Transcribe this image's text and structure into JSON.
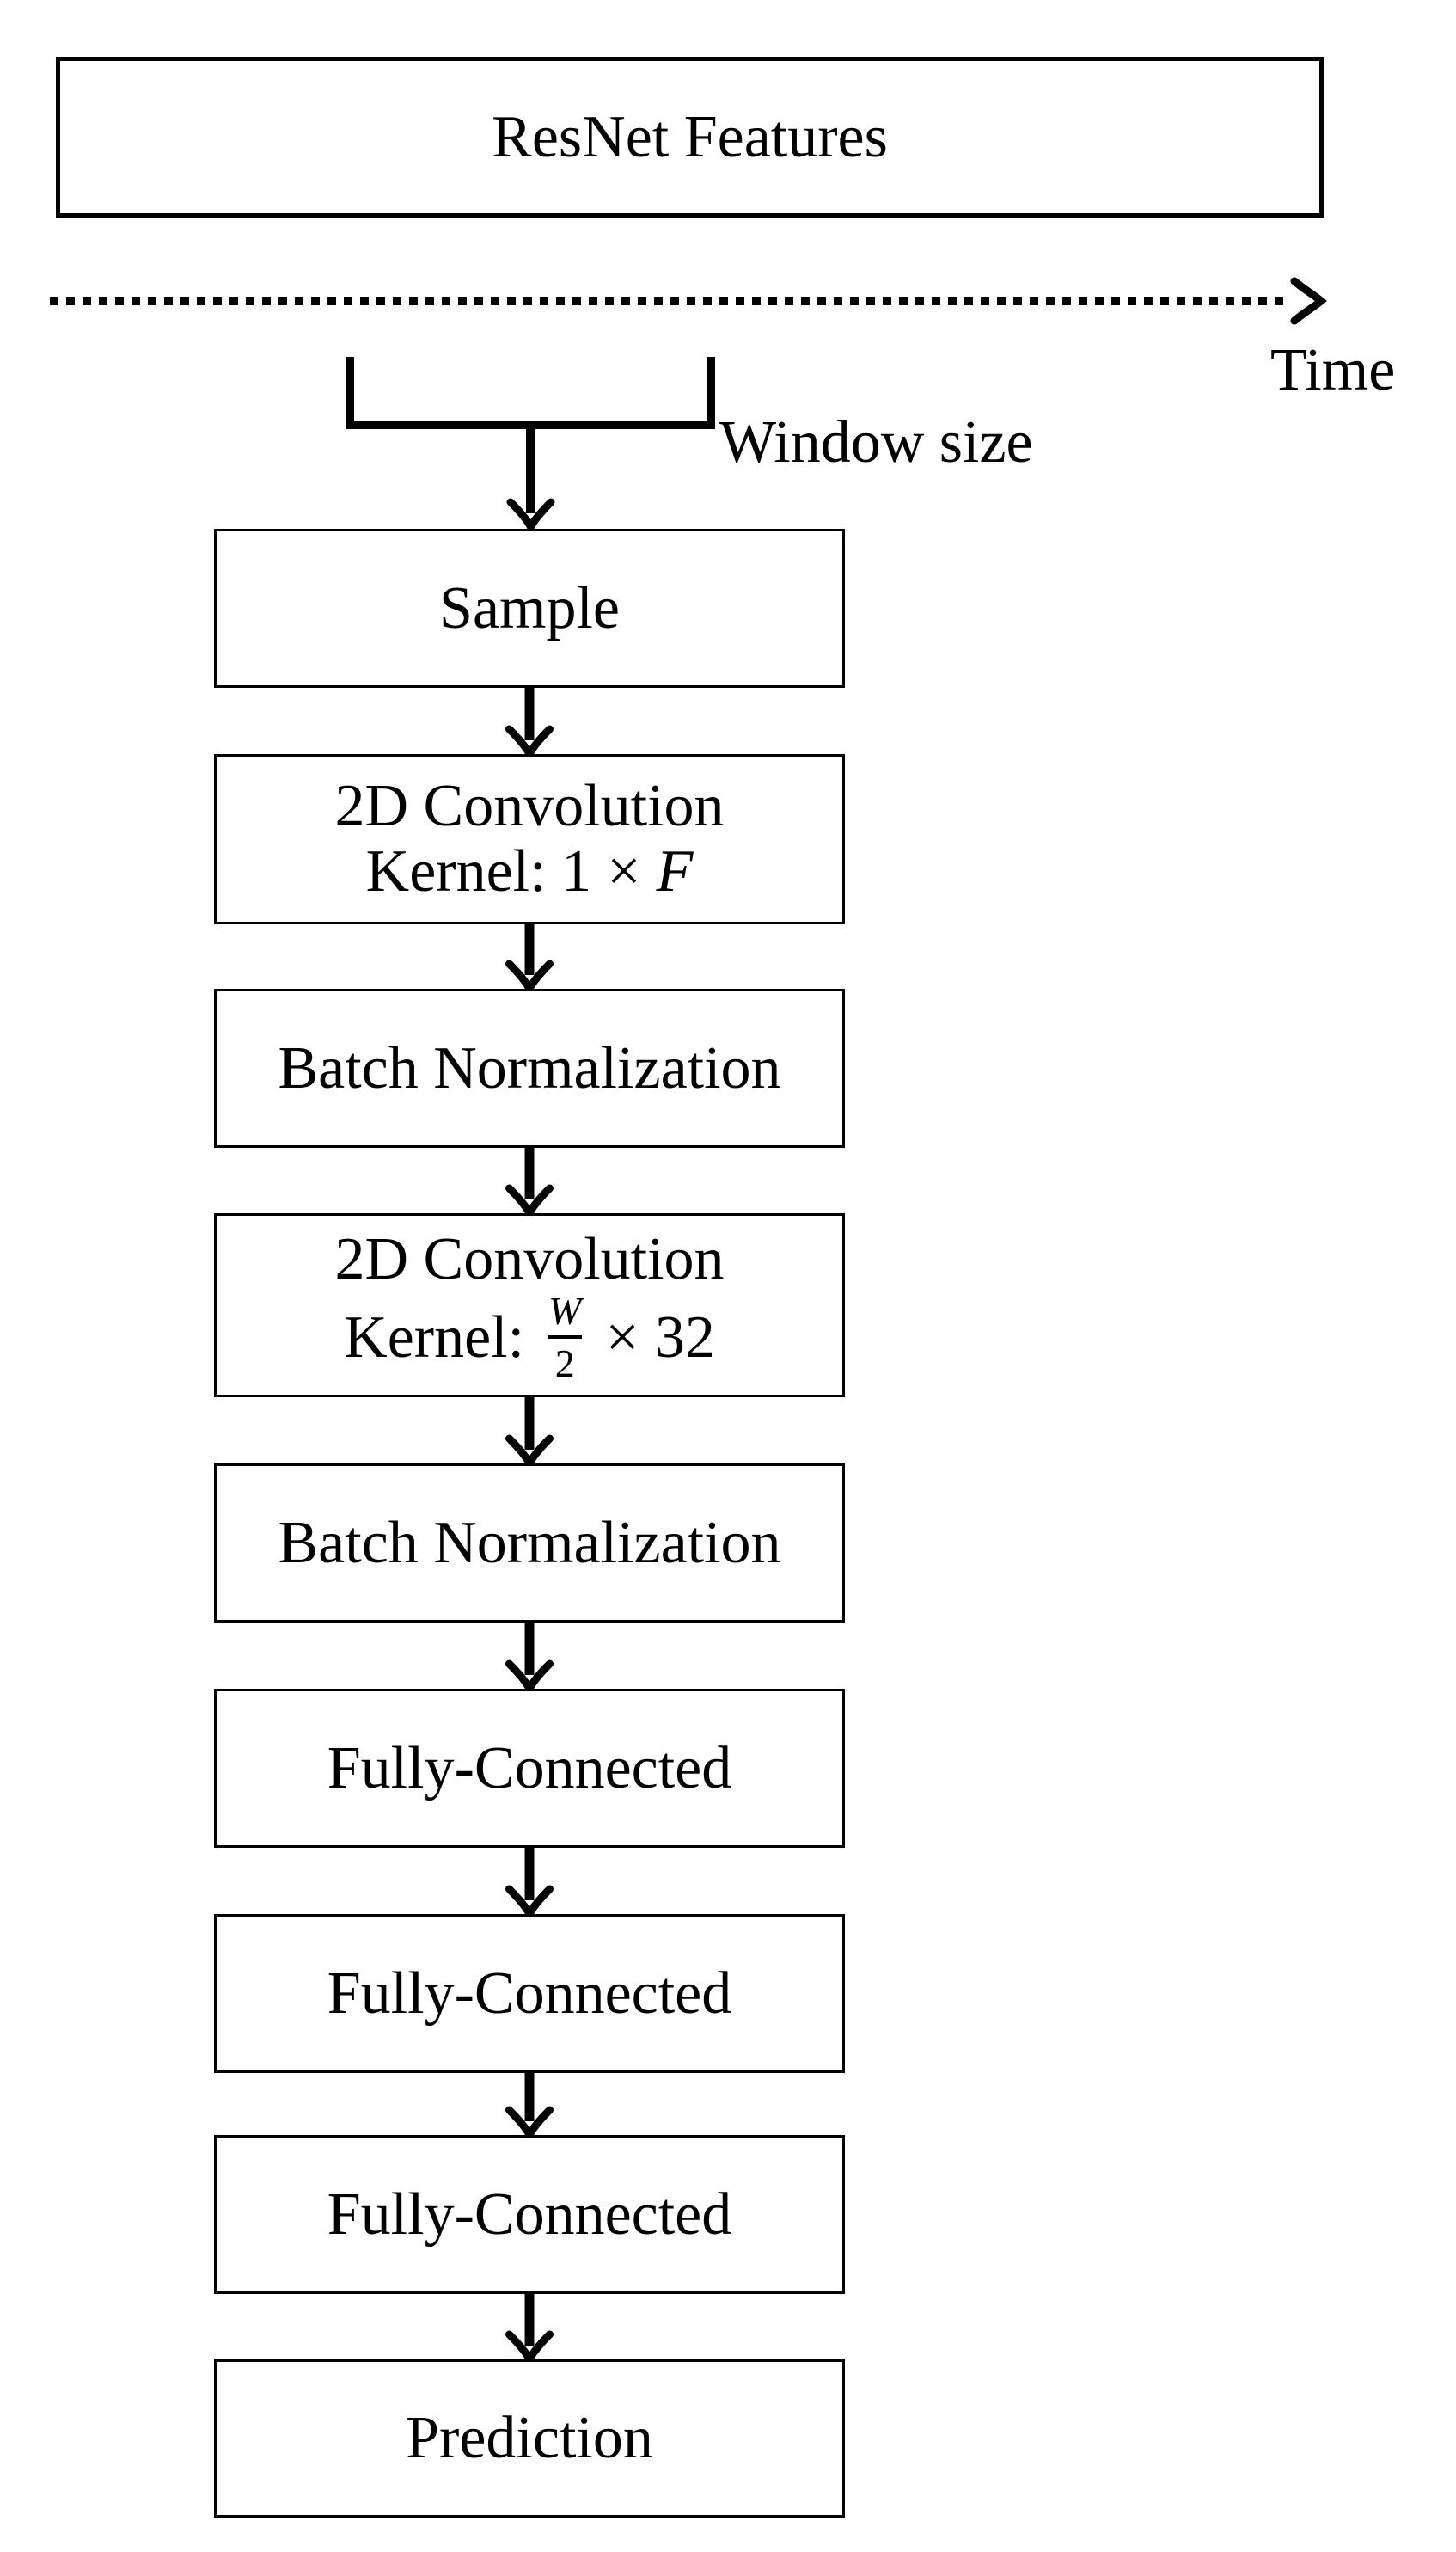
{
  "diagram": {
    "input_box": {
      "label": "ResNet Features"
    },
    "time_axis": {
      "label": "Time"
    },
    "window": {
      "label": "Window size"
    },
    "flow": {
      "sample": {
        "label": "Sample"
      },
      "conv1": {
        "title": "2D Convolution",
        "kernel_prefix": "Kernel: 1",
        "times": "×",
        "kernel_var": "F"
      },
      "batch_norm_1": {
        "label": "Batch Normalization"
      },
      "conv2": {
        "title": "2D Convolution",
        "kernel_prefix": "Kernel:",
        "frac_numerator": "W",
        "frac_denominator": "2",
        "times": "×",
        "kernel_operand": "32"
      },
      "batch_norm_2": {
        "label": "Batch Normalization"
      },
      "fc_1": {
        "label": "Fully-Connected"
      },
      "fc_2": {
        "label": "Fully-Connected"
      },
      "fc_3": {
        "label": "Fully-Connected"
      },
      "prediction": {
        "label": "Prediction"
      }
    },
    "colors": {
      "ink": "#000000",
      "background": "#ffffff"
    }
  }
}
